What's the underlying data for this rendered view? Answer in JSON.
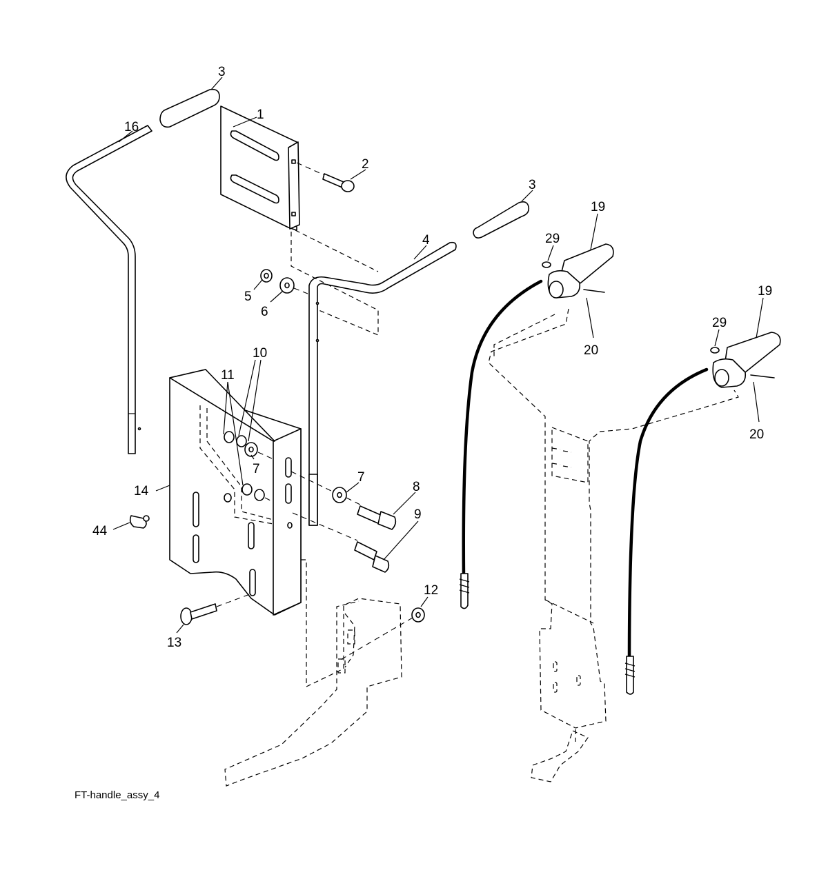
{
  "diagram": {
    "figure_id": "FT-handle_assy_4",
    "callouts": [
      "3",
      "16",
      "1",
      "2",
      "3",
      "19",
      "29",
      "4",
      "5",
      "6",
      "20",
      "10",
      "11",
      "19",
      "29",
      "7",
      "14",
      "7",
      "8",
      "20",
      "44",
      "9",
      "12",
      "13"
    ]
  }
}
